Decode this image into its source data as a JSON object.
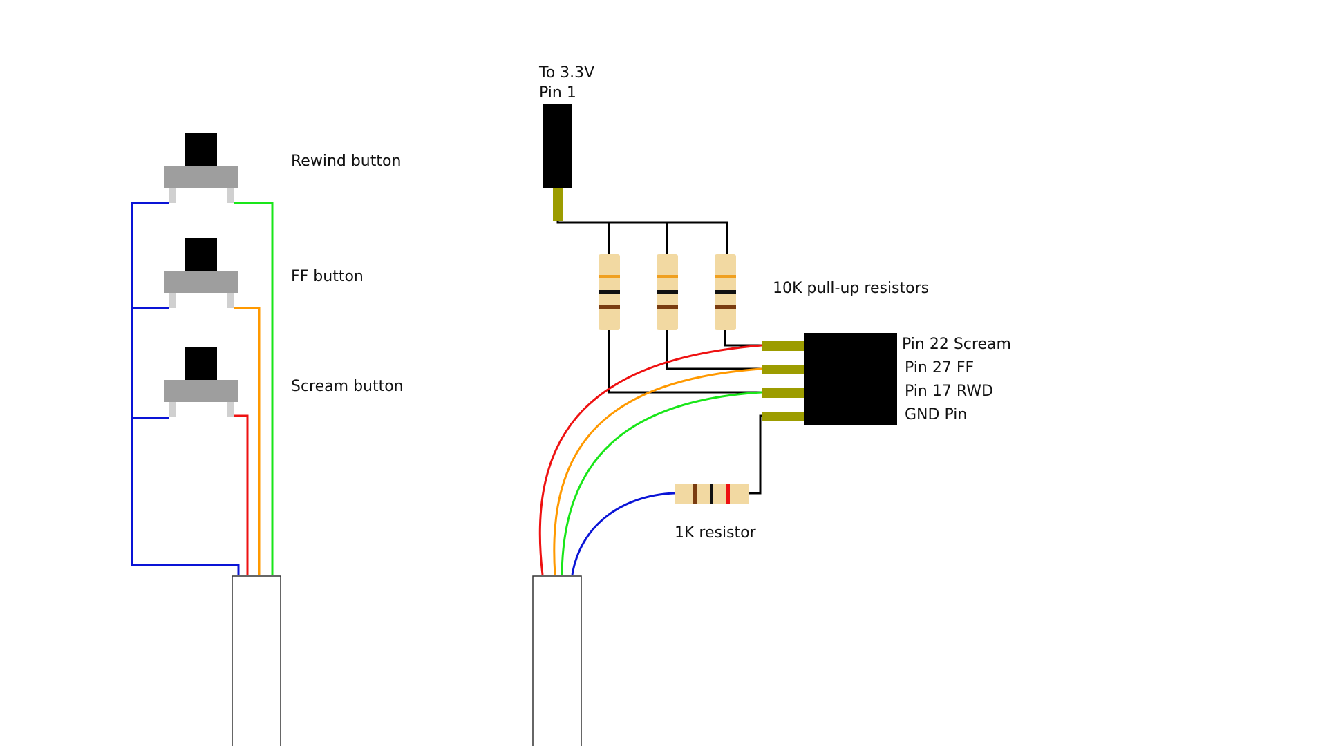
{
  "labels": {
    "rewind_button": "Rewind button",
    "ff_button": "FF button",
    "scream_button": "Scream button",
    "to_3v3": "To 3.3V",
    "pin_1": "Pin 1",
    "pullup_resistors": "10K pull-up resistors",
    "pin_22": "Pin 22 Scream",
    "pin_27": "Pin 27 FF",
    "pin_17": "Pin 17 RWD",
    "gnd_pin": "GND Pin",
    "resistor_1k": "1K resistor"
  },
  "colors": {
    "gnd_wire": "#0a14d6",
    "rewind_wire": "#19e619",
    "ff_wire": "#ff9900",
    "scream_wire": "#ee1111",
    "button_body": "#9e9e9e",
    "button_cap": "#000000",
    "button_leg": "#d0d0d0",
    "header_pin": "#9c9c00",
    "resistor_body": "#f2d9a2"
  }
}
